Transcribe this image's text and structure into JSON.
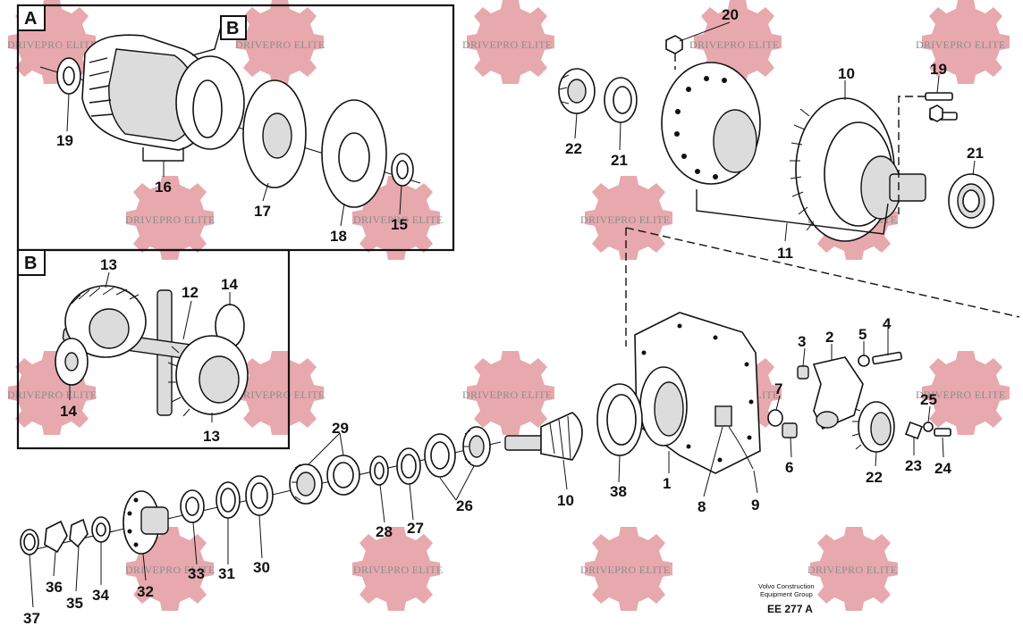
{
  "watermark": {
    "text": "DRIVEPRO ELITE",
    "color": "#e39aa0"
  },
  "detail_boxes": {
    "A": "A",
    "B_label_in_A": "B",
    "B": "B"
  },
  "reference": {
    "company_line1": "Volvo Construction",
    "company_line2": "Equipment Group",
    "code": "EE 277 A"
  },
  "part_numbers": {
    "p19_a": "19",
    "p16": "16",
    "p17": "17",
    "p18": "18",
    "p15": "15",
    "p13_top": "13",
    "p12": "12",
    "p14_right": "14",
    "p14_left": "14",
    "p13_bottom": "13",
    "p20": "20",
    "p22_top": "22",
    "p21_top": "21",
    "p10_top": "10",
    "p19_right": "19",
    "p21_right": "21",
    "p11": "11",
    "p3": "3",
    "p2": "2",
    "p5": "5",
    "p4": "4",
    "p7": "7",
    "p25": "25",
    "p6": "6",
    "p22_bottom": "22",
    "p23": "23",
    "p24": "24",
    "p1": "1",
    "p8": "8",
    "p9": "9",
    "p38": "38",
    "p10_bottom": "10",
    "p29": "29",
    "p26": "26",
    "p27": "27",
    "p28": "28",
    "p30": "30",
    "p31": "31",
    "p33": "33",
    "p32": "32",
    "p34": "34",
    "p35": "35",
    "p36": "36",
    "p37": "37"
  }
}
